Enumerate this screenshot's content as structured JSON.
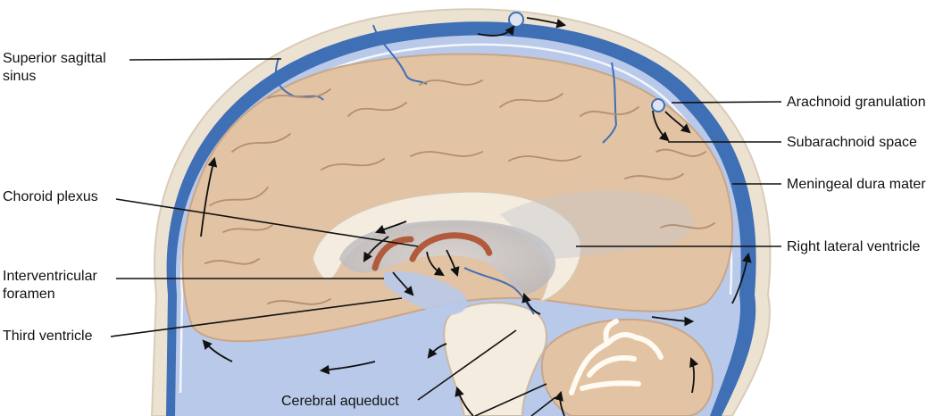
{
  "colors": {
    "skull": "#ece2d2",
    "dura": "#3f6fb5",
    "csf": "#b9c9ea",
    "brain": "#e2c3a3",
    "sulcus": "#b28e73",
    "ventricle": "#c8c8cc",
    "choroid": "#b25a3c",
    "white_matter": "#f3ecdf",
    "leader": "#111111"
  },
  "labels": {
    "superior_sagittal_sinus_1": "Superior sagittal",
    "superior_sagittal_sinus_2": "sinus",
    "choroid_plexus": "Choroid plexus",
    "interventricular_foramen_1": "Interventricular",
    "interventricular_foramen_2": "foramen",
    "third_ventricle": "Third ventricle",
    "cerebral_aqueduct": "Cerebral aqueduct",
    "arachnoid_granulation": "Arachnoid granulation",
    "subarachnoid_space": "Subarachnoid space",
    "meningeal_dura_mater": "Meningeal dura mater",
    "right_lateral_ventricle": "Right lateral ventricle"
  }
}
